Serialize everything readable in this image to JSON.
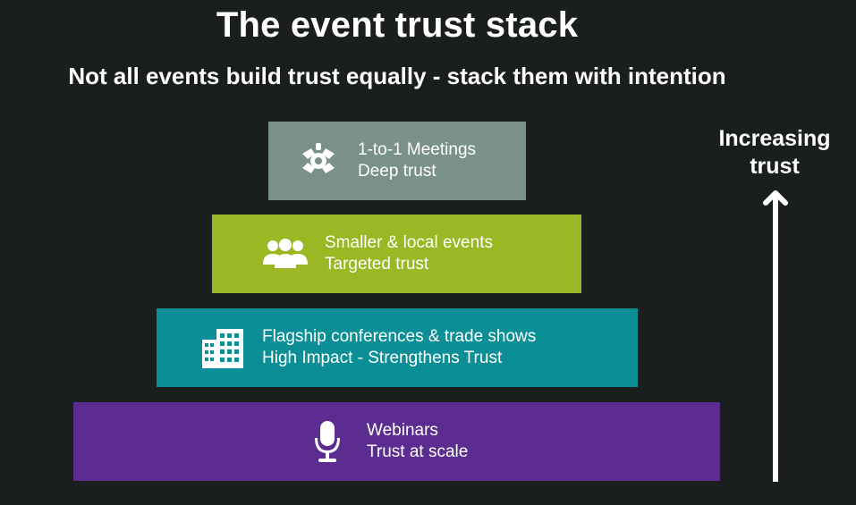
{
  "title": "The event trust stack",
  "subtitle": "Not all events build trust equally - stack them with intention",
  "tiers": [
    {
      "icon": "handshake-icon",
      "name": "1-to-1 Meetings",
      "desc": "Deep trust",
      "color": "#7a9188"
    },
    {
      "icon": "group-icon",
      "name": "Smaller & local events",
      "desc": "Targeted trust",
      "color": "#9bb723"
    },
    {
      "icon": "building-icon",
      "name": "Flagship conferences & trade shows",
      "desc": "High Impact - Strengthens Trust",
      "color": "#0b8e95"
    },
    {
      "icon": "microphone-icon",
      "name": "Webinars",
      "desc": "Trust at scale",
      "color": "#5c2d91"
    }
  ],
  "arrow": {
    "line1": "Increasing",
    "line2": "trust",
    "icon": "up-arrow-icon"
  },
  "colors": {
    "background": "#1a1f1d",
    "text": "#ffffff"
  }
}
